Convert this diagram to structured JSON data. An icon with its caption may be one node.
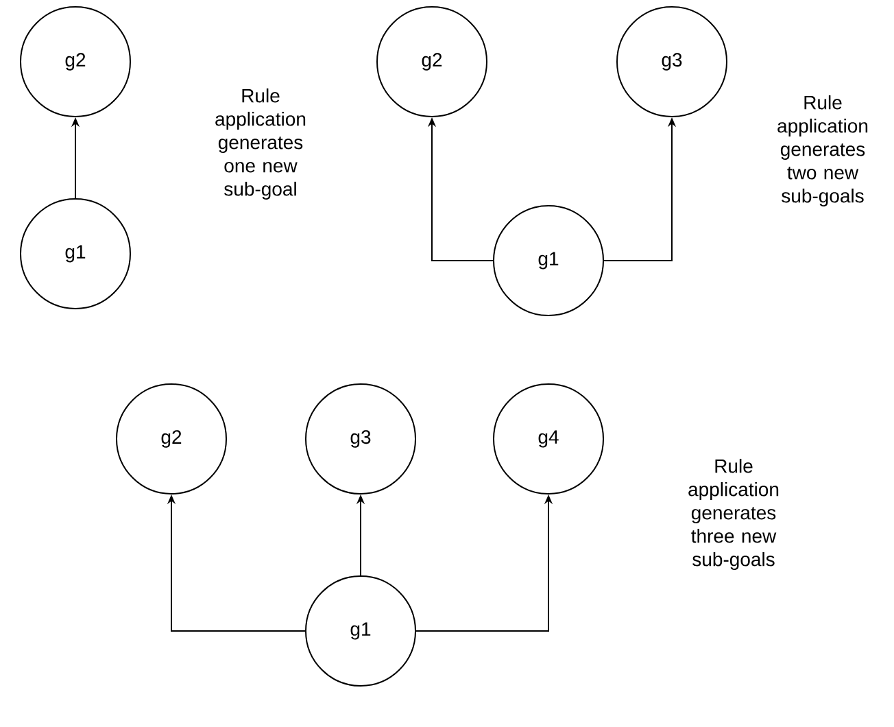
{
  "diagram": {
    "nodes": [
      {
        "text": [
          "g2"
        ]
      },
      {
        "text": [
          "g1"
        ]
      },
      {
        "text": [
          "g2"
        ]
      },
      {
        "text": [
          "g3"
        ]
      },
      {
        "text": [
          "g1"
        ]
      },
      {
        "text": [
          "g2"
        ]
      },
      {
        "text": [
          "g3"
        ]
      },
      {
        "text": [
          "g4"
        ]
      },
      {
        "text": [
          "g1"
        ]
      }
    ],
    "edges": [
      {
        "from": 1,
        "to": 0,
        "arrow": "to"
      },
      {
        "from": 4,
        "to": 2,
        "arrow": "to"
      },
      {
        "from": 4,
        "to": 3,
        "arrow": "to"
      },
      {
        "from": 8,
        "to": 5,
        "arrow": "to"
      },
      {
        "from": 8,
        "to": 6,
        "arrow": "to"
      },
      {
        "from": 8,
        "to": 7,
        "arrow": "to"
      }
    ],
    "labels": [
      "Rule application generates one new sub-goal",
      "Rule application generates two new sub-goals",
      "Rule application generates three new sub-goals"
    ]
  }
}
